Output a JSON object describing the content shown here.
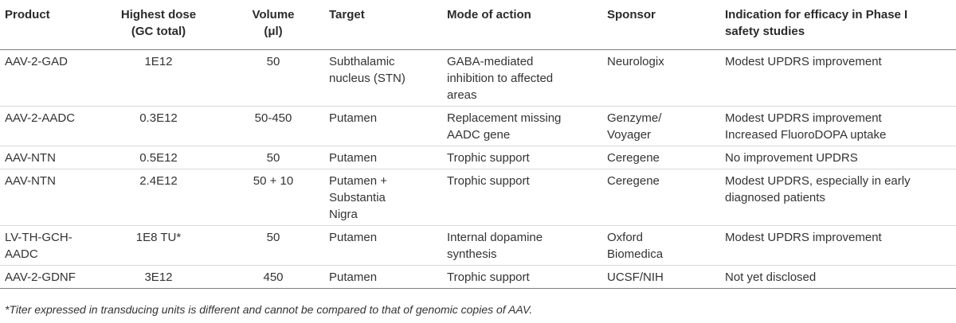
{
  "table": {
    "headers": [
      [
        "Product"
      ],
      [
        "Highest dose",
        "(GC total)"
      ],
      [
        "Volume",
        "(μl)"
      ],
      [
        "Target"
      ],
      [
        "Mode of action"
      ],
      [
        "Sponsor"
      ],
      [
        "Indication for efficacy in Phase I",
        "safety studies"
      ]
    ],
    "rows": [
      {
        "product": [
          "AAV-2-GAD"
        ],
        "dose": [
          "1E12"
        ],
        "volume": [
          "50"
        ],
        "target": [
          "Subthalamic",
          "nucleus (STN)"
        ],
        "mode": [
          "GABA-mediated",
          "inhibition to affected",
          "areas"
        ],
        "sponsor": [
          "Neurologix"
        ],
        "indication": [
          "Modest UPDRS improvement"
        ]
      },
      {
        "product": [
          "AAV-2-AADC"
        ],
        "dose": [
          "0.3E12"
        ],
        "volume": [
          "50-450"
        ],
        "target": [
          "Putamen"
        ],
        "mode": [
          "Replacement missing",
          "AADC gene"
        ],
        "sponsor": [
          "Genzyme/",
          "Voyager"
        ],
        "indication": [
          "Modest UPDRS improvement",
          "Increased FluoroDOPA uptake"
        ]
      },
      {
        "product": [
          "AAV-NTN"
        ],
        "dose": [
          "0.5E12"
        ],
        "volume": [
          "50"
        ],
        "target": [
          "Putamen"
        ],
        "mode": [
          "Trophic support"
        ],
        "sponsor": [
          "Ceregene"
        ],
        "indication": [
          "No improvement UPDRS"
        ]
      },
      {
        "product": [
          "AAV-NTN"
        ],
        "dose": [
          "2.4E12"
        ],
        "volume": [
          "50 + 10"
        ],
        "target": [
          "Putamen +",
          "Substantia",
          "Nigra"
        ],
        "mode": [
          "Trophic support"
        ],
        "sponsor": [
          "Ceregene"
        ],
        "indication": [
          "Modest UPDRS, especially in early",
          "diagnosed patients"
        ]
      },
      {
        "product": [
          "LV-TH-GCH-",
          "AADC"
        ],
        "dose": [
          "1E8 TU*"
        ],
        "volume": [
          "50"
        ],
        "target": [
          "Putamen"
        ],
        "mode": [
          "Internal dopamine",
          "synthesis"
        ],
        "sponsor": [
          "Oxford",
          "Biomedica"
        ],
        "indication": [
          "Modest UPDRS improvement"
        ]
      },
      {
        "product": [
          "AAV-2-GDNF"
        ],
        "dose": [
          "3E12"
        ],
        "volume": [
          "450"
        ],
        "target": [
          "Putamen"
        ],
        "mode": [
          "Trophic support"
        ],
        "sponsor": [
          "UCSF/NIH"
        ],
        "indication": [
          "Not yet disclosed"
        ]
      }
    ]
  },
  "footnote": "*Titer expressed in transducing units is different and cannot be compared to that of genomic copies of AAV."
}
